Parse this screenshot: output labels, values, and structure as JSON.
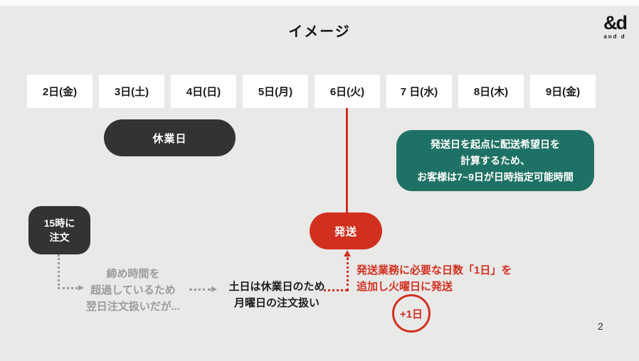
{
  "slide": {
    "title": "イメージ",
    "page_number": "2",
    "logo": {
      "mark": "&d",
      "text": "and d"
    }
  },
  "timeline": {
    "days": [
      "2日(金)",
      "3日(土)",
      "4日(日)",
      "5日(月)",
      "6日(火)",
      "7 日(水)",
      "8日(木)",
      "9日(金)"
    ],
    "closed_days_label": "休業日"
  },
  "flow": {
    "order_box": {
      "line1": "15時に",
      "line2": "注文"
    },
    "ship_label": "発送",
    "plus_one_label": "+1日",
    "gray_note_lines": [
      "締め時間を",
      "超過しているため",
      "翌日注文扱いだが..."
    ],
    "black_note_lines": [
      "土日は休業日のため",
      "月曜日の注文扱い"
    ],
    "red_note_lines": [
      "発送業務に必要な日数「1日」を",
      "追加し火曜日に発送"
    ],
    "teal_note_lines": [
      "発送日を起点に配送希望日を",
      "計算するため、",
      "お客様は7~9日が日時指定可能時間"
    ]
  },
  "colors": {
    "background": "#e9e9e8",
    "accent_red": "#d2301f",
    "teal": "#1e7265",
    "charcoal": "#333333",
    "gray": "#9b9b9b",
    "day_box_bg": "#ffffff",
    "text_dark": "#1b1b1b"
  }
}
